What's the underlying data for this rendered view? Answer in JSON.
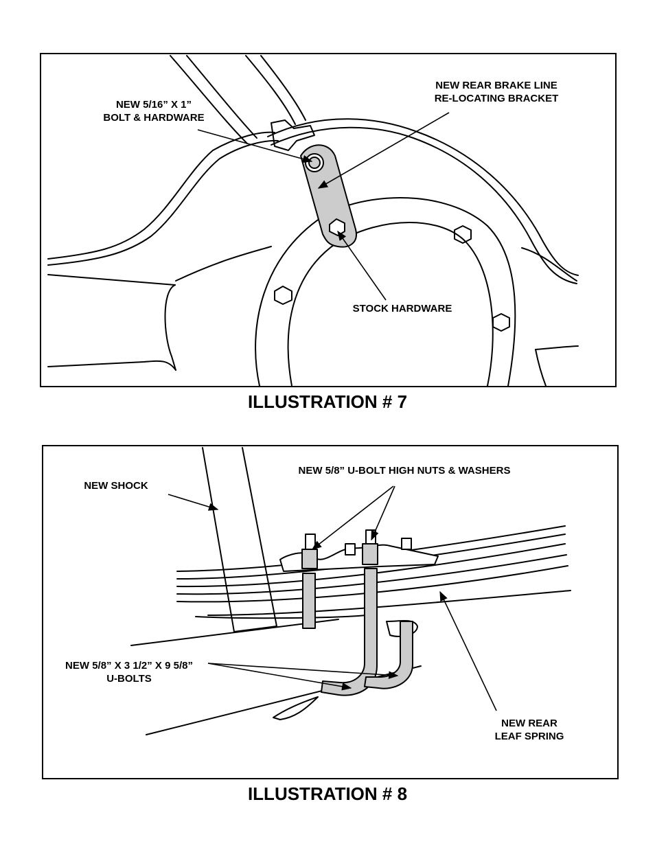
{
  "illustration7": {
    "caption": "ILLUSTRATION # 7",
    "labels": {
      "bolt_line1": "NEW 5/16” X 1”",
      "bolt_line2": "BOLT & HARDWARE",
      "bracket_line1": "NEW REAR BRAKE LINE",
      "bracket_line2": "RE-LOCATING BRACKET",
      "stock": "STOCK HARDWARE"
    }
  },
  "illustration8": {
    "caption": "ILLUSTRATION # 8",
    "labels": {
      "shock": "NEW SHOCK",
      "nuts": "NEW 5/8” U-BOLT HIGH NUTS & WASHERS",
      "ubolts_line1": "NEW 5/8” X 3 1/2” X 9 5/8”",
      "ubolts_line2": "U-BOLTS",
      "spring_line1": "NEW REAR",
      "spring_line2": "LEAF SPRING"
    }
  },
  "colors": {
    "line": "#000000",
    "part_fill": "#cccccc",
    "background": "#ffffff"
  }
}
